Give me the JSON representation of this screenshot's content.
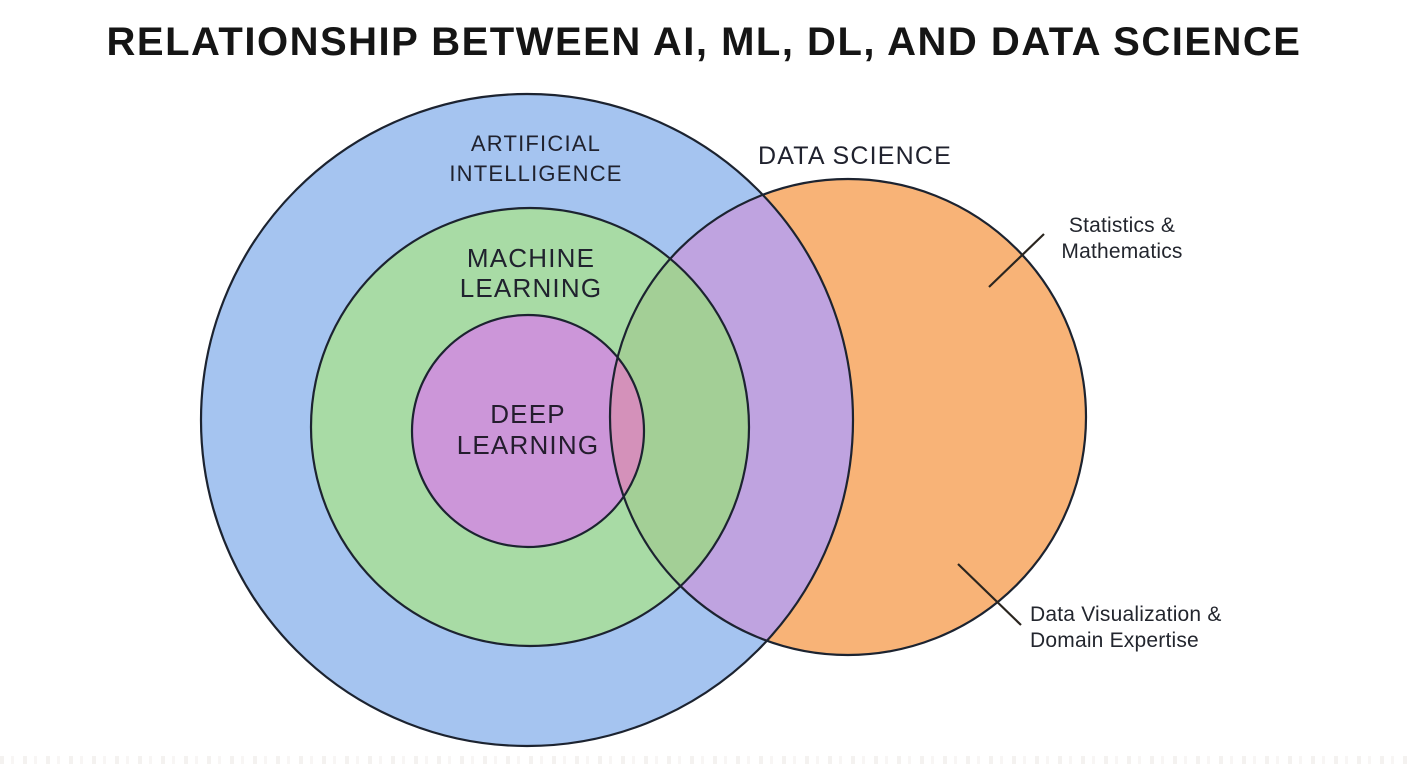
{
  "title": "RELATIONSHIP BETWEEN AI, ML, DL, AND DATA SCIENCE",
  "diagram": {
    "type": "venn",
    "sets": [
      {
        "name": "Artificial Intelligence",
        "label": "ARTIFICIAL\nINTELLIGENCE",
        "contains": [
          "Machine Learning",
          "Deep Learning"
        ]
      },
      {
        "name": "Machine Learning",
        "label": "MACHINE\nLEARNING",
        "contains": [
          "Deep Learning"
        ]
      },
      {
        "name": "Deep Learning",
        "label": "DEEP\nLEARNING"
      },
      {
        "name": "Data Science",
        "label": "DATA SCIENCE",
        "overlaps": [
          "Artificial Intelligence",
          "Machine Learning",
          "Deep Learning"
        ]
      }
    ],
    "annotations": [
      {
        "label": "Statistics &\nMathematics",
        "points_to": "Data Science"
      },
      {
        "label": "Data Visualization &\nDomain Expertise",
        "points_to": "Data Science"
      }
    ]
  },
  "colors": {
    "ai_fill": "#a5c4f0",
    "ml_fill": "#a8dba5",
    "dl_fill": "#cc96d9",
    "ds_fill": "#f8b377",
    "ai_ds_overlap": "#bfa3e0",
    "ml_ds_overlap": "#a3cf96",
    "dl_ds_overlap": "#d491ba",
    "stroke": "#1c2330",
    "leader_line": "#2a251f",
    "text": "#20222e",
    "title_text": "#151515",
    "background": "#ffffff"
  }
}
